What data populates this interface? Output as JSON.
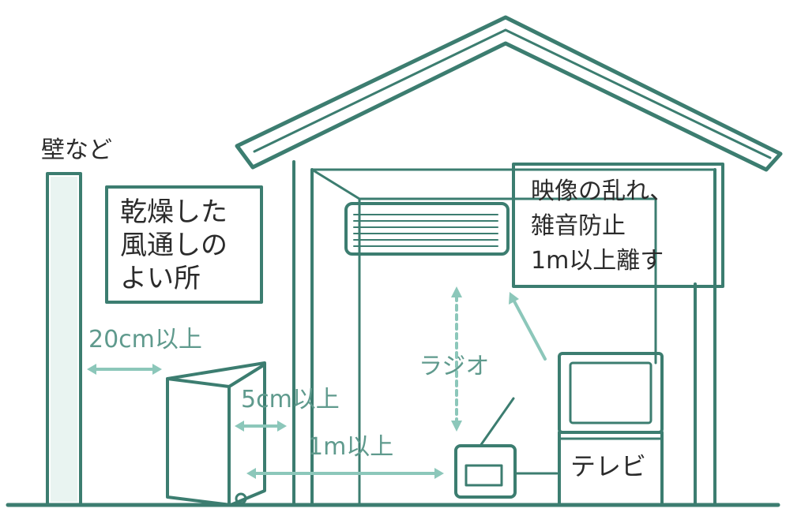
{
  "labels": {
    "wall": "壁など",
    "dry_place": [
      "乾燥した",
      "風通しの",
      "よい所"
    ],
    "interference": [
      "映像の乱れ、",
      "雑音防止",
      "1m以上離す"
    ],
    "gap_wall": "20cm以上",
    "gap_unit": "5cm以上",
    "gap_radio": "1m以上",
    "radio": "ラジオ",
    "tv": "テレビ"
  },
  "colors": {
    "line": "#3c7d70",
    "arrow": "#8cc7ba",
    "text": "#2b2b2b",
    "text_light": "#5f9a8d"
  }
}
